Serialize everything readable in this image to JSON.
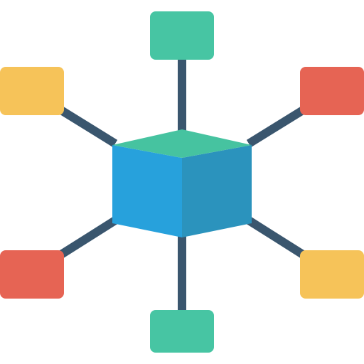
{
  "icon": "network-cube-icon",
  "colors": {
    "connector": "#3a566e",
    "cube_top": "#46c3a0",
    "cube_left": "#27a1dc",
    "cube_right": "#2b93bd",
    "node_green": "#47c5a3",
    "node_yellow": "#f6c359",
    "node_red": "#e66454"
  },
  "nodes": [
    {
      "position": "top",
      "color": "green"
    },
    {
      "position": "upper-left",
      "color": "yellow"
    },
    {
      "position": "upper-right",
      "color": "red"
    },
    {
      "position": "lower-left",
      "color": "red"
    },
    {
      "position": "lower-right",
      "color": "yellow"
    },
    {
      "position": "bottom",
      "color": "green"
    }
  ]
}
